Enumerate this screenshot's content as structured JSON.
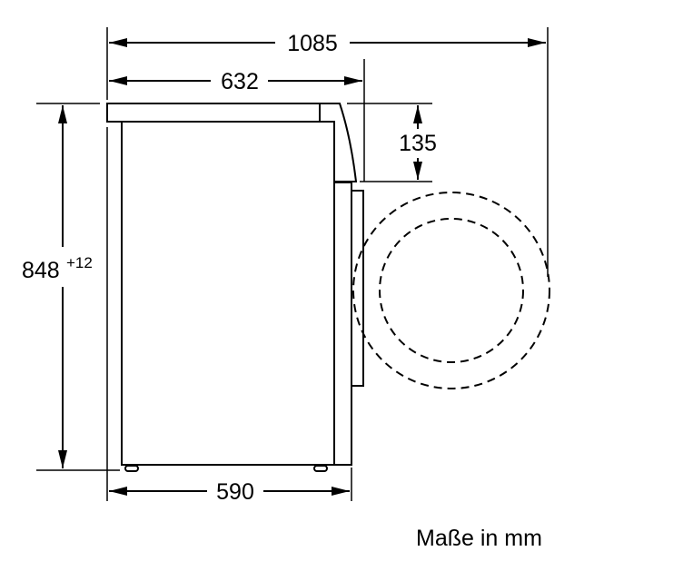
{
  "dimensions": {
    "total_depth": "1085",
    "depth_with_top": "632",
    "top_height": "135",
    "height": "848",
    "height_tolerance": "+12",
    "width_base": "590"
  },
  "caption": "Maße in mm",
  "colors": {
    "line": "#000000",
    "background": "#ffffff"
  }
}
